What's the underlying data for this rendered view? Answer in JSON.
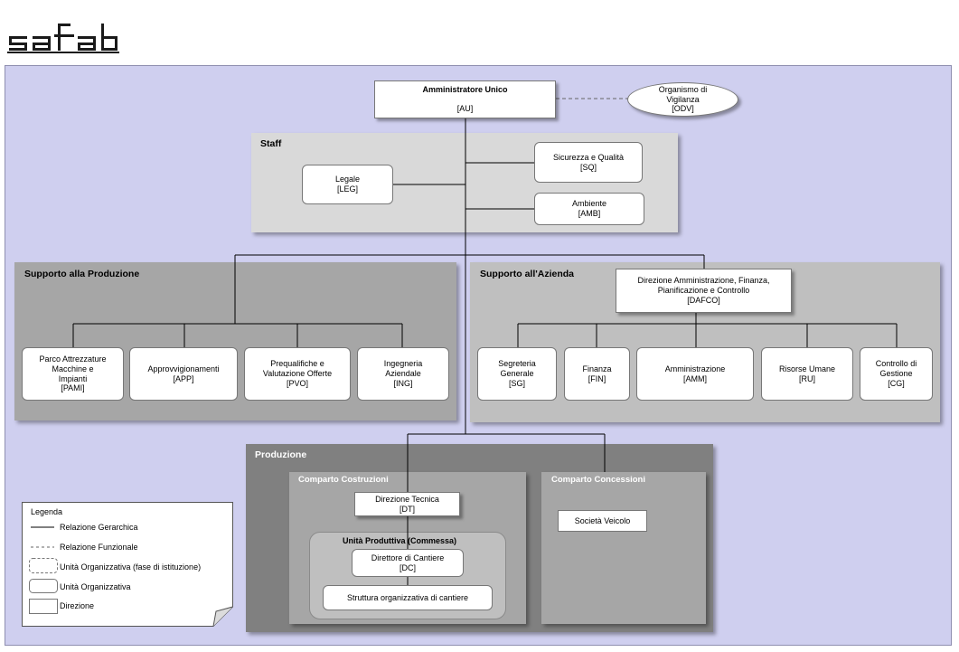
{
  "logo_text": "safab",
  "nodes": {
    "au": "Amministratore Unico\n[AU]",
    "odv": "Organismo di\nVigilanza\n[ODV]",
    "leg": "Legale\n[LEG]",
    "sq": "Sicurezza e Qualità\n[SQ]",
    "amb": "Ambiente\n[AMB]",
    "pami": "Parco Attrezzature\nMacchine e\nImpianti\n[PAMI]",
    "app": "Approvvigionamenti\n[APP]",
    "pvo": "Prequalifiche e\nValutazione Offerte\n[PVO]",
    "ing": "Ingegneria\nAziendale\n[ING]",
    "dafco": "Direzione Amministrazione, Finanza,\nPianificazione e Controllo\n[DAFCO]",
    "sg": "Segreteria\nGenerale\n[SG]",
    "fin": "Finanza\n[FIN]",
    "amm": "Amministrazione\n[AMM]",
    "ru": "Risorse Umane\n[RU]",
    "cg": "Controllo di\nGestione\n[CG]",
    "dt": "Direzione Tecnica\n[DT]",
    "dc": "Direttore di Cantiere\n[DC]",
    "soc": "Società Veicolo",
    "str": "Struttura organizzativa di cantiere"
  },
  "panels": {
    "staff": "Staff",
    "supporto_produzione": "Supporto alla  Produzione",
    "supporto_azienda": "Supporto all'Azienda",
    "produzione": "Produzione",
    "comparto_costruzioni": "Comparto Costruzioni",
    "comparto_concessioni": "Comparto Concessioni",
    "unita_produttiva": "Unità Produttiva (Commessa)"
  },
  "legend": {
    "title": "Legenda",
    "items": [
      "Relazione Gerarchica",
      "Relazione Funzionale",
      "Unità Organizzativa (fase di istituzione)",
      "Unità Organizzativa",
      "Direzione"
    ]
  },
  "colors": {
    "frame": "#cfcfef",
    "staff": "#d9d9d9",
    "supporto_produzione": "#a6a6a6",
    "supporto_azienda": "#bfbfbf",
    "produzione": "#808080"
  }
}
